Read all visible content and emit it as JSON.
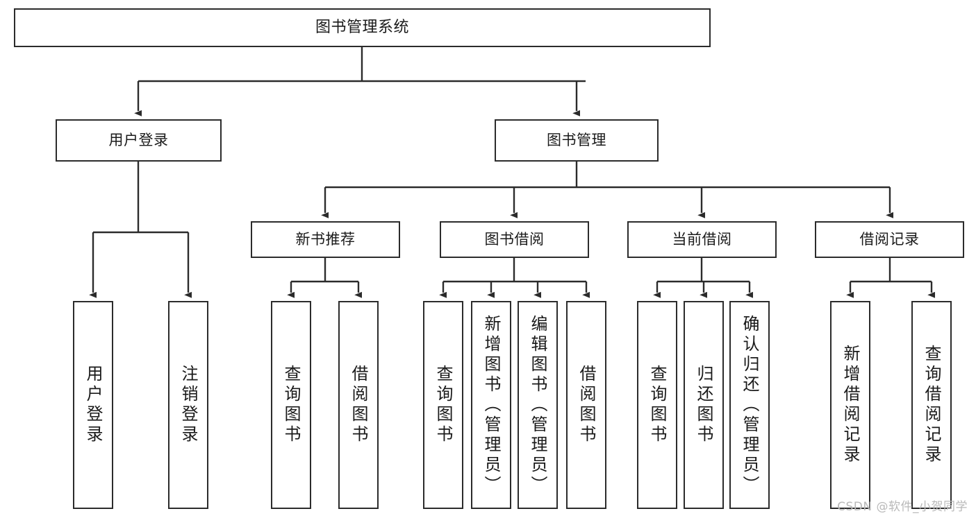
{
  "diagram": {
    "title": "图书管理系统",
    "watermark": "CSDN @软件_小贺同学",
    "stroke_color": "#2b2b2b",
    "fill_color": "#ffffff",
    "text_color": "#1a1a1a",
    "watermark_color": "#b9b9b9",
    "type": "tree",
    "nodes": {
      "root": "图书管理系统",
      "l1": {
        "user_login": "用户登录",
        "book_manage": "图书管理"
      },
      "l2": {
        "new_book_rec": "新书推荐",
        "book_borrow": "图书借阅",
        "current_borrow": "当前借阅",
        "borrow_record": "借阅记录"
      },
      "leaves": {
        "user_login_1": "用户登录",
        "user_login_2": "注销登录",
        "new_book_rec_1": "查询图书",
        "new_book_rec_2": "借阅图书",
        "book_borrow_1": "查询图书",
        "book_borrow_2": "新增图书（管理员）",
        "book_borrow_3": "编辑图书（管理员）",
        "book_borrow_4": "借阅图书",
        "current_borrow_1": "查询图书",
        "current_borrow_2": "归还图书",
        "current_borrow_3": "确认归还（管理员）",
        "borrow_record_1": "新增借阅记录",
        "borrow_record_2": "查询借阅记录"
      }
    }
  }
}
